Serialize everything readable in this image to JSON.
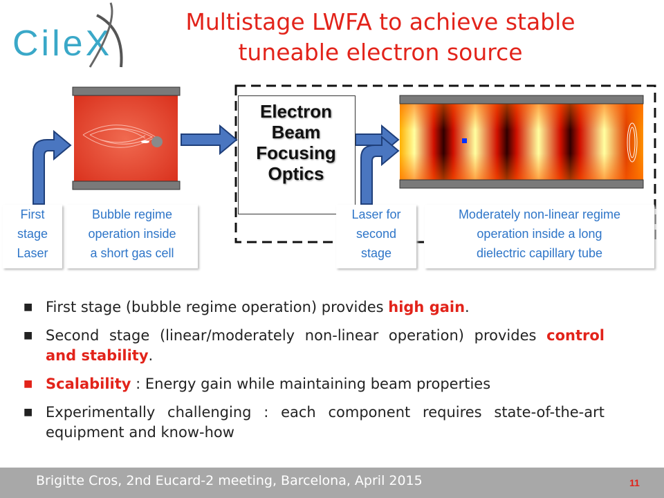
{
  "logo": {
    "text": "CileX"
  },
  "title": {
    "line1": "Multistage LWFA to achieve stable",
    "line2": "tuneable electron source"
  },
  "diagram": {
    "optics_label_1": "Electron",
    "optics_label_2": "Beam",
    "optics_label_3": "Focusing",
    "optics_label_4": "Optics",
    "captions": {
      "first_laser": [
        "First",
        "stage",
        "Laser"
      ],
      "bubble": [
        "Bubble regime",
        "operation inside",
        "a short gas cell"
      ],
      "second_laser": [
        "Laser for",
        "second",
        "stage"
      ],
      "moderate": [
        "Moderately non-linear regime",
        "operation inside a long",
        "dielectric capillary tube"
      ]
    }
  },
  "bullets": [
    {
      "pre": "First stage (bubble regime operation) provides ",
      "red": "high gain",
      "post": "."
    },
    {
      "pre": "Second stage (linear/moderately non-linear operation) provides ",
      "red": "control and stability",
      "post": "."
    },
    {
      "pre": "",
      "red": "Scalability",
      "post": " : Energy gain while maintaining beam properties"
    },
    {
      "pre": "Experimentally challenging  : each component requires state-of-the-art equipment and know-how",
      "red": "",
      "post": ""
    }
  ],
  "footer": {
    "text": "Brigitte Cros,  2nd Eucard-2 meeting, Barcelona, April 2015",
    "page": "11"
  },
  "colors": {
    "title": "#e2231a",
    "caption": "#2e75c8",
    "arrow": "#4a76c0",
    "footer": "#a8a8a8"
  }
}
